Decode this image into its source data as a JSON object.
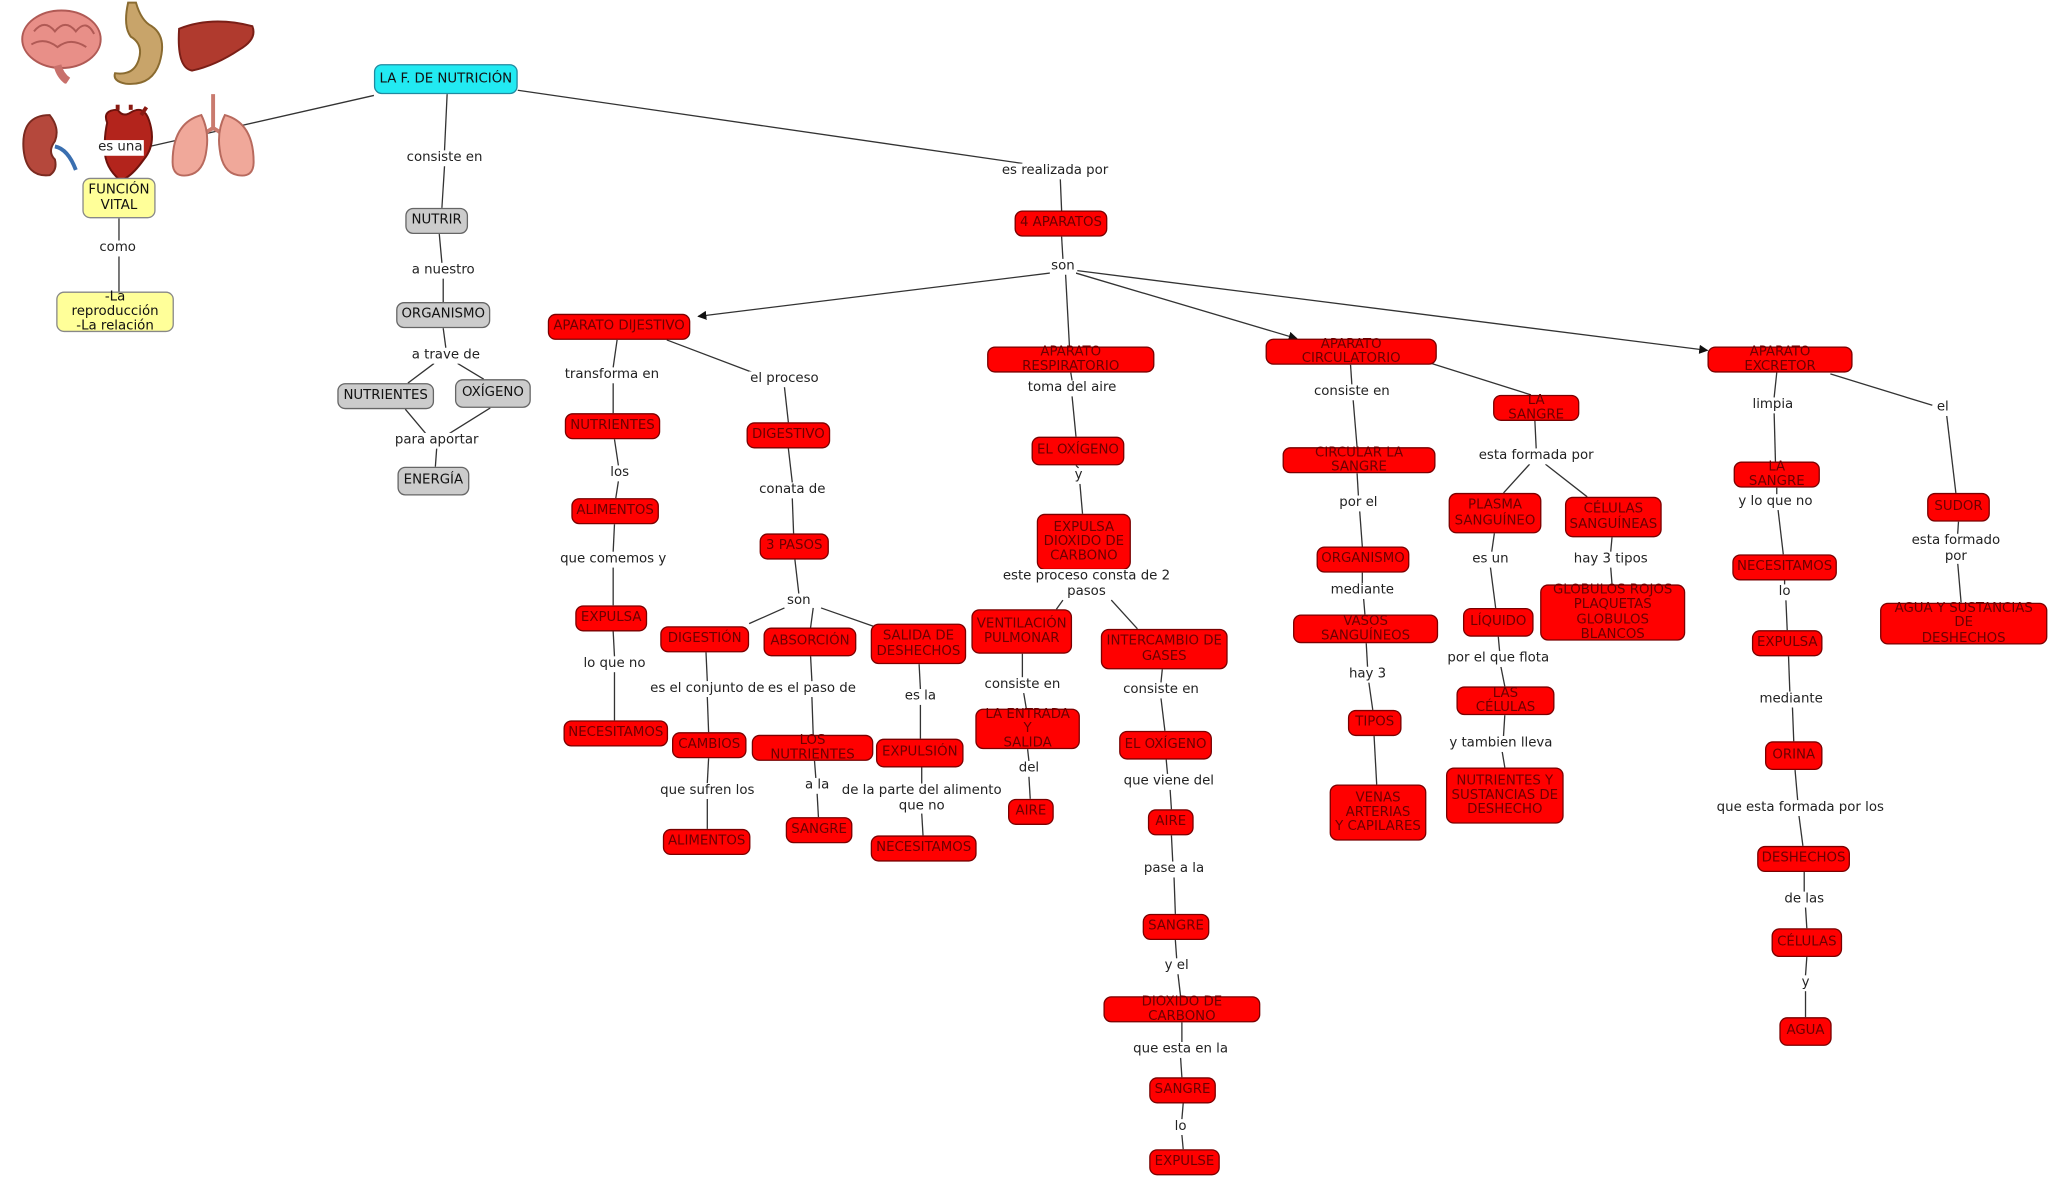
{
  "colors": {
    "accent_cyan": "#22eaf2",
    "node_red": "#ff0000",
    "node_gray": "#cccccc",
    "node_yellow": "#ffff99",
    "line": "#333333"
  },
  "images": [
    "brain-icon",
    "stomach-icon",
    "liver-icon",
    "kidney-icon",
    "heart-icon",
    "lungs-icon"
  ],
  "nodes": {
    "root": "LA F. DE NUTRICIÓN",
    "funcion_vital": "FUNCIÓN\nVITAL",
    "reproduccion": "-La reproducción\n-La relación",
    "nutrir": "NUTRIR",
    "organismo_g": "ORGANISMO",
    "nutrientes_g": "NUTRIENTES",
    "oxigeno_g": "OXÍGENO",
    "energia": "ENERGÍA",
    "aparatos4": "4 APARATOS",
    "ap_digestivo": "APARATO DIJESTIVO",
    "d_nutrientes": "NUTRIENTES",
    "d_alimentos": "ALIMENTOS",
    "d_expulsa": "EXPULSA",
    "d_necesitamos": "NECESITAMOS",
    "d_digestivo": "DIGESTIVO",
    "d_3pasos": "3 PASOS",
    "d_digestion": "DIGESTIÓN",
    "d_cambios": "CAMBIOS",
    "d_alimentos2": "ALIMENTOS",
    "d_absorcion": "ABSORCIÓN",
    "d_losnutrientes": "LOS NUTRIENTES",
    "d_sangre": "SANGRE",
    "d_salida": "SALIDA DE\nDESHECHOS",
    "d_expulsion": "EXPULSIÓN",
    "d_necesitamos2": "NECESITAMOS",
    "ap_respiratorio": "APARATO RESPIRATORIO",
    "r_oxigeno": "EL OXÍGENO",
    "r_expulsa": "EXPULSA\nDIOXIDO DE\nCARBONO",
    "r_ventilacion": "VENTILACIÓN\nPULMONAR",
    "r_entrada": "LA ENTRADA Y\nSALIDA",
    "r_aire": "AIRE",
    "r_intercambio": "INTERCAMBIO DE\nGASES",
    "r_eloxigeno": "EL OXÍGENO",
    "r_aire2": "AIRE",
    "r_sangre": "SANGRE",
    "r_dioxido": "DIOXIDO DE CARBONO",
    "r_sangre2": "SANGRE",
    "r_expulse": "EXPULSE",
    "ap_circulatorio": "APARATO CIRCULATORIO",
    "c_circular": "CIRCULAR LA SANGRE",
    "c_organismo": "ORGANISMO",
    "c_vasos": "VASOS SANGUÍNEOS",
    "c_tipos": "TIPOS",
    "c_venas": "VENAS\nARTERIAS\nY CAPILARES",
    "c_lasangre": "LA SANGRE",
    "c_plasma": "PLASMA\nSANGUÍNEO",
    "c_liquido": "LÍQUIDO",
    "c_celulas": "LAS CÉLULAS",
    "c_nutrientes": "NUTRIENTES Y\nSUSTANCIAS DE\nDESHECHO",
    "c_celulassang": "CÉLULAS\nSANGUÍNEAS",
    "c_globulos": "GLOBULOS ROJOS\nPLAQUETAS\nGLOBULOS BLANCOS",
    "ap_excretor": "APARATO EXCRETOR",
    "e_lasangre": "LA SANGRE",
    "e_necesitamos": "NECESITAMOS",
    "e_expulsa": "EXPULSA",
    "e_orina": "ORINA",
    "e_deshechos": "DESHECHOS",
    "e_celulas": "CÉLULAS",
    "e_agua": "AGUA",
    "e_sudor": "SUDOR",
    "e_aguasust": "AGUA Y SUSTANCIAS DE\nDESHECHOS"
  },
  "phrases": {
    "es_una": "es una",
    "como": "como",
    "consiste_en": "consiste en",
    "a_nuestro": "a nuestro",
    "a_trave_de": "a trave de",
    "para_aportar": "para aportar",
    "es_realizada_por": "es realizada por",
    "son_main": "son",
    "transforma_en": "transforma en",
    "los": "los",
    "que_comemos": "que comemos y",
    "lo_que_no": "lo que no",
    "el_proceso": "el proceso",
    "conata_de": "conata de",
    "son_pasos": "son",
    "es_conjunto": "es el conjunto de",
    "que_sufren": "que sufren los",
    "es_paso": "es el paso de",
    "a_la": "a la",
    "es_la": "es la",
    "de_la_parte": "de la parte del alimento\nque no",
    "toma_aire": "toma del aire",
    "y_r": "y",
    "este_proceso": "este proceso consta de 2\npasos",
    "consiste_en_v": "consiste en",
    "del": "del",
    "consiste_en_i": "consiste en",
    "que_viene": "que viene del",
    "pase_a_la": "pase a la",
    "y_el": "y el",
    "que_esta": "que esta en la",
    "lo_r": "lo",
    "consiste_en_c": "consiste en",
    "por_el": "por el",
    "mediante_c": "mediante",
    "hay_3": "hay 3",
    "esta_formada": "esta formada por",
    "es_un": "es un",
    "por_el_que": "por el que flota",
    "y_tambien": "y tambien lleva",
    "hay_3_tipos": "hay 3 tipos",
    "limpia": "limpia",
    "y_lo_que_no": "y lo que no",
    "lo_e": "lo",
    "mediante_e": "mediante",
    "que_esta_formada": "que esta formada por los",
    "de_las": "de las",
    "y_e": "y",
    "el_e": "el",
    "esta_formado": "esta formado por"
  }
}
